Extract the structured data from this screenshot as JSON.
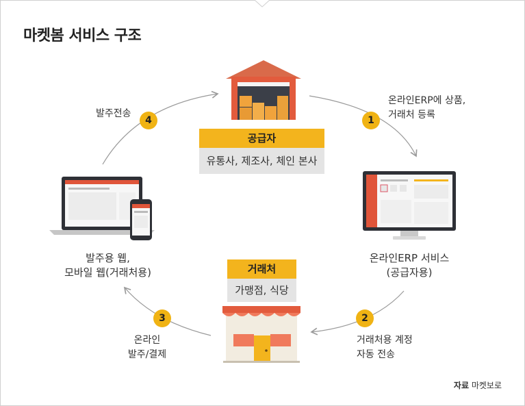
{
  "title": "마켓봄 서비스 구조",
  "supplier": {
    "label": "공급자",
    "desc": "유통사, 제조사, 체인 본사"
  },
  "customer": {
    "label": "거래처",
    "desc": "가맹점, 식당"
  },
  "steps": [
    {
      "num": "1",
      "text_lines": [
        "온라인ERP에 상품,",
        "거래처 등록"
      ]
    },
    {
      "num": "2",
      "text_lines": [
        "거래처용 계정",
        "자동 전송"
      ]
    },
    {
      "num": "3",
      "text_lines": [
        "온라인",
        "발주/결제"
      ]
    },
    {
      "num": "4",
      "text_lines": [
        "발주전송"
      ]
    }
  ],
  "erp_caption": [
    "온라인ERP 서비스",
    "(공급자용)"
  ],
  "order_caption": [
    "발주용 웹,",
    "모바일 웹(거래처용)"
  ],
  "source": {
    "label": "자료",
    "name": "마켓보로"
  },
  "colors": {
    "accent": "#f3b41d",
    "brand_red": "#e0553a",
    "box_gray": "#e4e4e4"
  }
}
